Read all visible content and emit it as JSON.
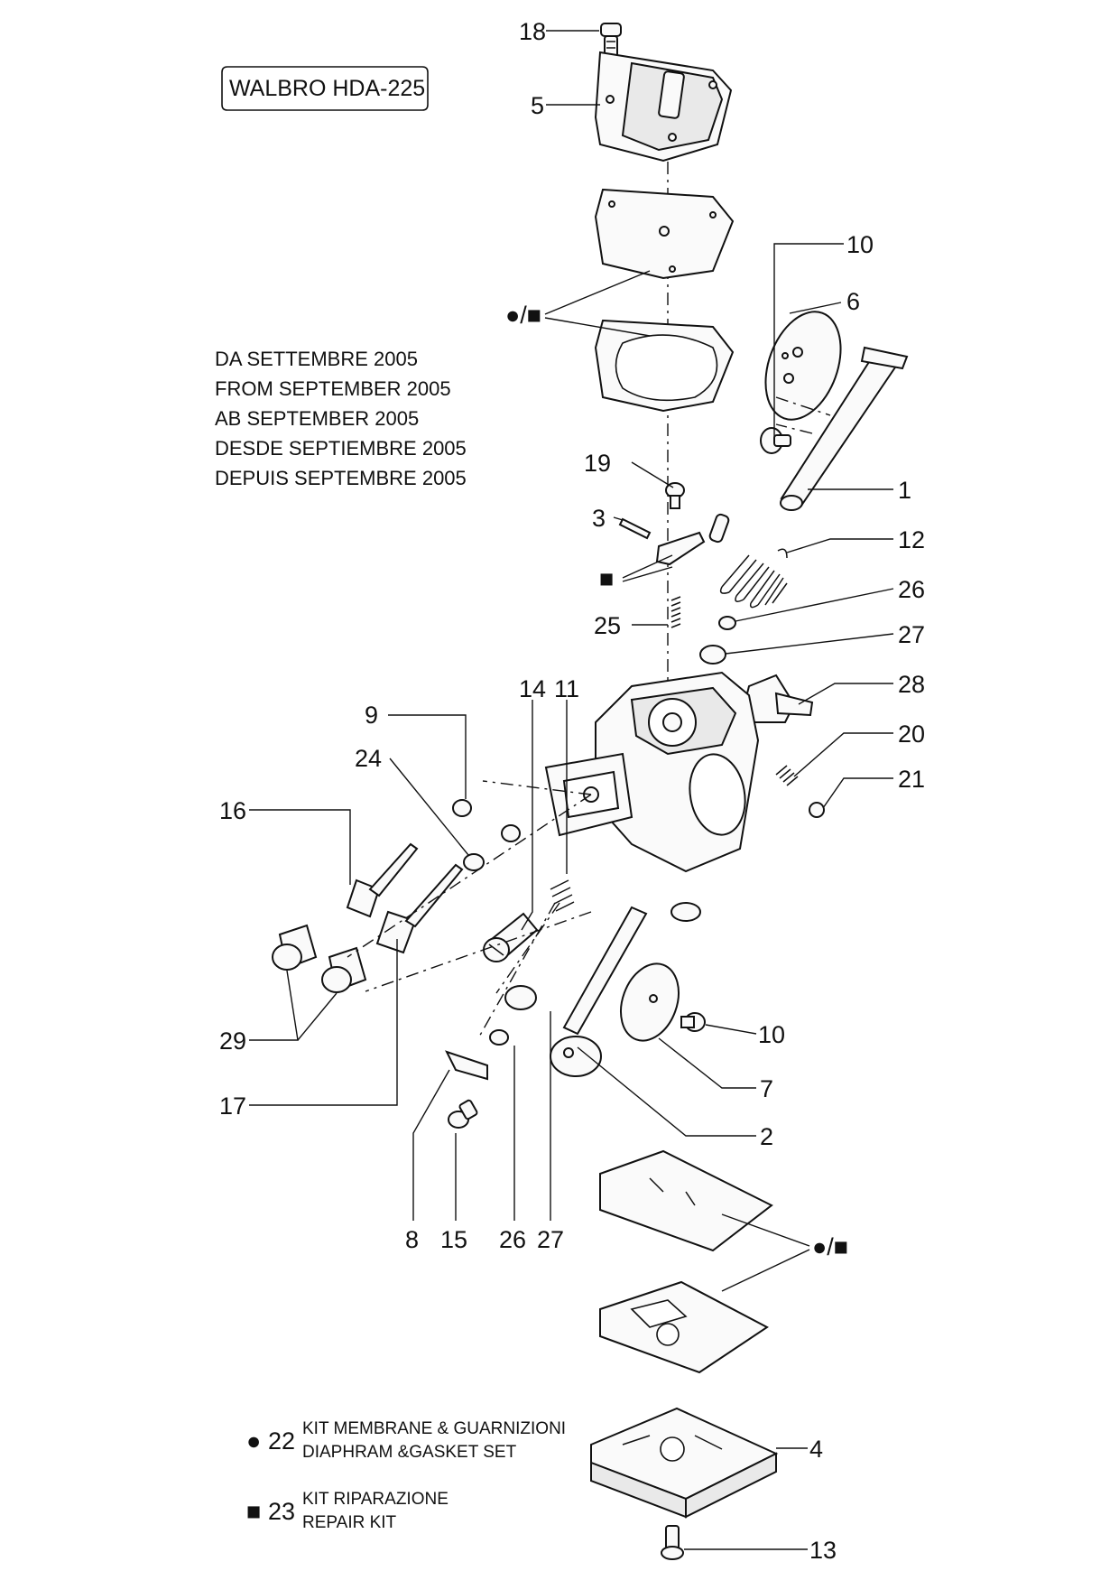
{
  "title": "WALBRO  HDA-225",
  "date_note": [
    "DA SETTEMBRE 2005",
    "FROM SEPTEMBER 2005",
    "AB SEPTEMBER 2005",
    "DESDE SEPTIEMBRE 2005",
    "DEPUIS SEPTEMBRE 2005"
  ],
  "part_numbers": {
    "p18": "18",
    "p5": "5",
    "p10a": "10",
    "p6": "6",
    "p1": "1",
    "p12": "12",
    "p26a": "26",
    "p27a": "27",
    "p28": "28",
    "p20": "20",
    "p21": "21",
    "p19": "19",
    "p3": "3",
    "p25": "25",
    "p14": "14",
    "p11": "11",
    "p9": "9",
    "p24": "24",
    "p16": "16",
    "p29": "29",
    "p17": "17",
    "p10b": "10",
    "p7": "7",
    "p2": "2",
    "p8": "8",
    "p15": "15",
    "p26b": "26",
    "p27b": "27",
    "p4": "4",
    "p13": "13"
  },
  "kit_marker": "●/■",
  "repair_marker": "■",
  "legend": [
    {
      "symbol": "●",
      "number": "22",
      "line1": "KIT MEMBRANE & GUARNIZIONI",
      "line2": "DIAPHRAM &GASKET SET"
    },
    {
      "symbol": "■",
      "number": "23",
      "line1": "KIT RIPARAZIONE",
      "line2": "REPAIR KIT"
    }
  ]
}
